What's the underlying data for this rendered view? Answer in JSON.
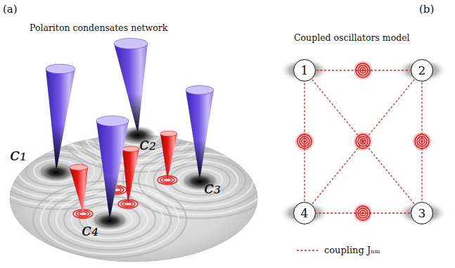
{
  "diagram": {
    "nodes": [
      {
        "text": [
          "1"
        ]
      },
      {
        "text": [
          "2"
        ]
      },
      {
        "text": [
          "4"
        ]
      },
      {
        "text": [
          "3"
        ]
      }
    ],
    "edges": [
      {
        "from": 0,
        "to": 1,
        "arrow": "none"
      },
      {
        "from": 1,
        "to": 3,
        "arrow": "none"
      },
      {
        "from": 3,
        "to": 2,
        "arrow": "none"
      },
      {
        "from": 2,
        "to": 0,
        "arrow": "none"
      },
      {
        "from": 0,
        "to": 3,
        "arrow": "none"
      },
      {
        "from": 1,
        "to": 2,
        "arrow": "none"
      }
    ],
    "labels": [
      "(a)",
      "Polariton condensates network",
      "c₁",
      "c₂",
      "c₃",
      "c₄",
      "(b)",
      "Coupled oscillators model"
    ],
    "legend": [
      {
        "text": "coupling Jₙₘ"
      }
    ]
  }
}
